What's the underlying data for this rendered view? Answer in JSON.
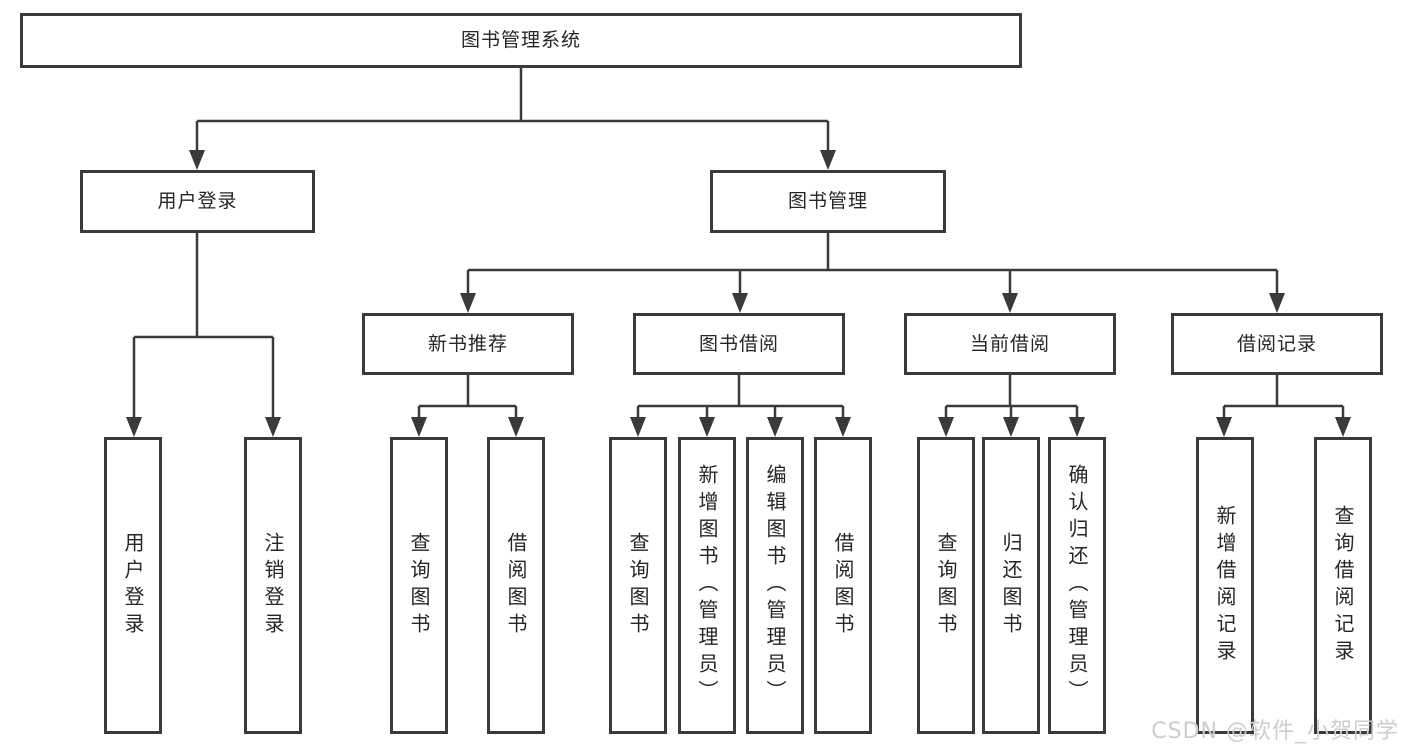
{
  "diagram": {
    "root": {
      "label": "图书管理系统"
    },
    "branches": [
      {
        "label": "用户登录",
        "children": [
          {
            "label": "用户登录"
          },
          {
            "label": "注销登录"
          }
        ]
      },
      {
        "label": "图书管理",
        "children": [
          {
            "label": "新书推荐",
            "children": [
              {
                "label": "查询图书"
              },
              {
                "label": "借阅图书"
              }
            ]
          },
          {
            "label": "图书借阅",
            "children": [
              {
                "label": "查询图书"
              },
              {
                "label": "新增图书（管理员）"
              },
              {
                "label": "编辑图书（管理员）"
              },
              {
                "label": "借阅图书"
              }
            ]
          },
          {
            "label": "当前借阅",
            "children": [
              {
                "label": "查询图书"
              },
              {
                "label": "归还图书"
              },
              {
                "label": "确认归还（管理员）"
              }
            ]
          },
          {
            "label": "借阅记录",
            "children": [
              {
                "label": "新增借阅记录"
              },
              {
                "label": "查询借阅记录"
              }
            ]
          }
        ]
      }
    ]
  },
  "watermark": {
    "text": "CSDN @软件_小贺同学"
  },
  "colors": {
    "line": "#3a3a3a",
    "text": "#262626",
    "background": "#ffffff",
    "watermark": "#cdcdcd"
  }
}
